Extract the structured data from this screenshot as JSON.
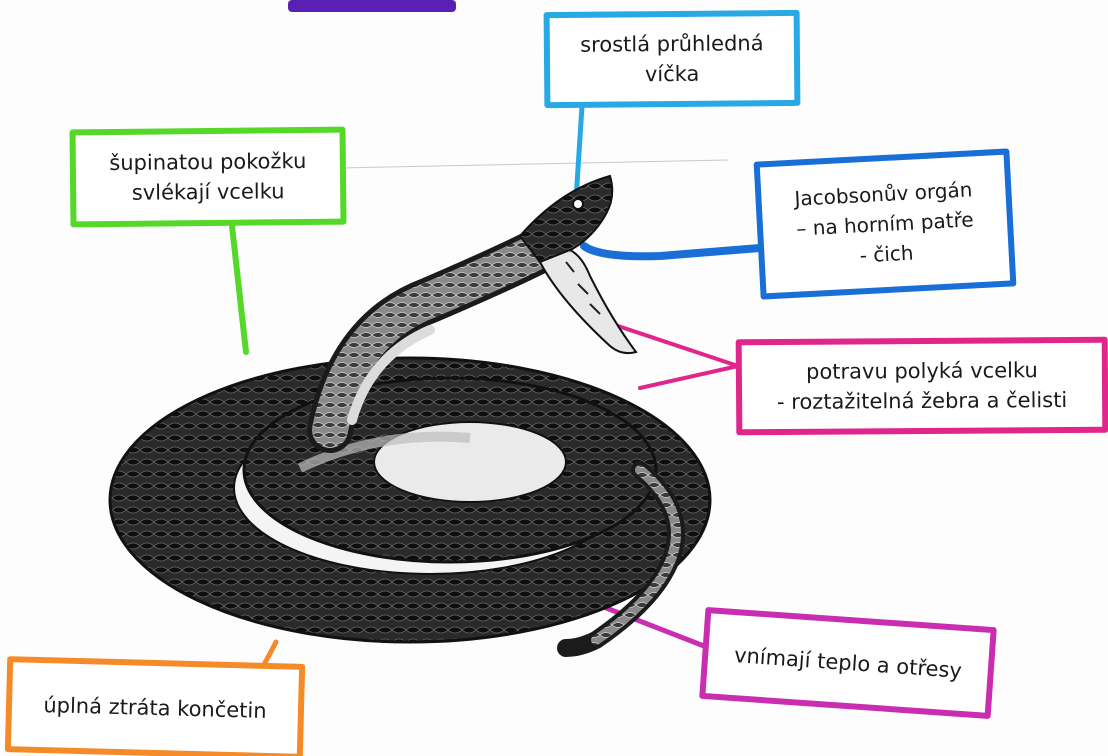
{
  "colors": {
    "cyan": "#28a9e4",
    "green": "#55d82a",
    "blue": "#1a6fd6",
    "magenta": "#e0268a",
    "pink_purple": "#c92eb0",
    "orange": "#f58a28",
    "purple": "#5a1fb4",
    "snake": "#1b1b1b"
  },
  "labels": {
    "eyelids": "srostlá průhledná\nvíčka",
    "skin": "šupinatou pokožku\nsvlékají vcelku",
    "jacobson": "Jacobsonův orgán\n– na horním patře\n- čich",
    "swallow": "potravu polyká vcelku\n- roztažitelná žebra a čelisti",
    "senses": "vnímají teplo a otřesy",
    "limbs": "úplná ztráta končetin"
  }
}
